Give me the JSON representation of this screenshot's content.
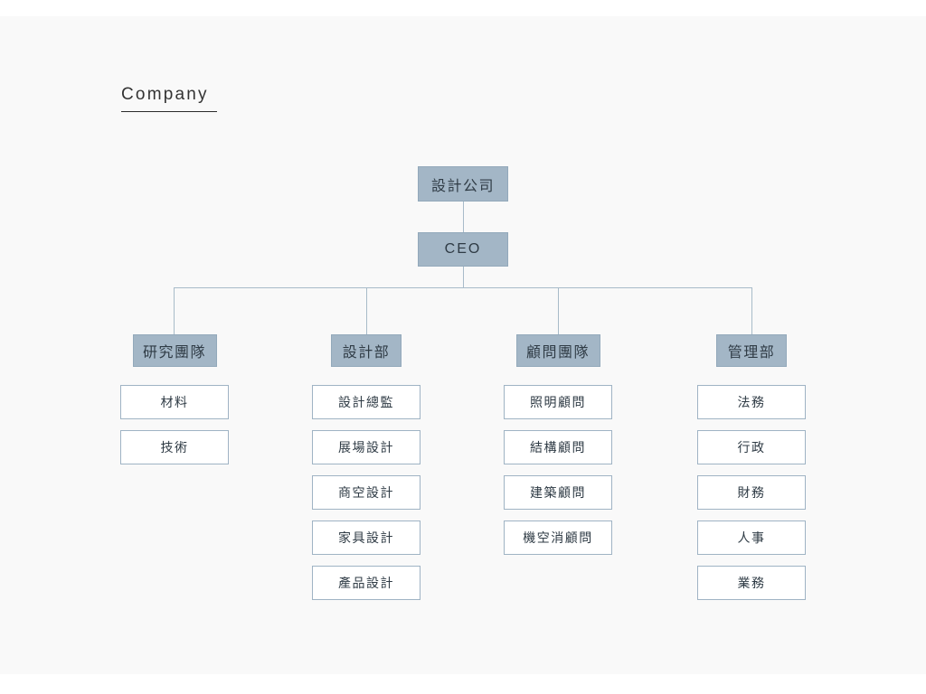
{
  "page": {
    "title": "Company",
    "background": "#f9f9f9",
    "accent_fill": "#a3b6c6",
    "accent_border": "#93a9bb",
    "leaf_border": "#9fb3c4",
    "text_color": "#2f3b45",
    "line_color": "#a8bbc9"
  },
  "chart": {
    "type": "org-chart",
    "root": {
      "label": "設計公司"
    },
    "ceo": {
      "label": "CEO"
    },
    "columns": [
      {
        "head": "研究團隊",
        "items": [
          "材料",
          "技術"
        ]
      },
      {
        "head": "設計部",
        "items": [
          "設計總監",
          "展場設計",
          "商空設計",
          "家具設計",
          "產品設計"
        ]
      },
      {
        "head": "顧問團隊",
        "items": [
          "照明顧問",
          "結構顧問",
          "建築顧問",
          "機空消顧問"
        ]
      },
      {
        "head": "管理部",
        "items": [
          "法務",
          "行政",
          "財務",
          "人事",
          "業務"
        ]
      }
    ]
  }
}
